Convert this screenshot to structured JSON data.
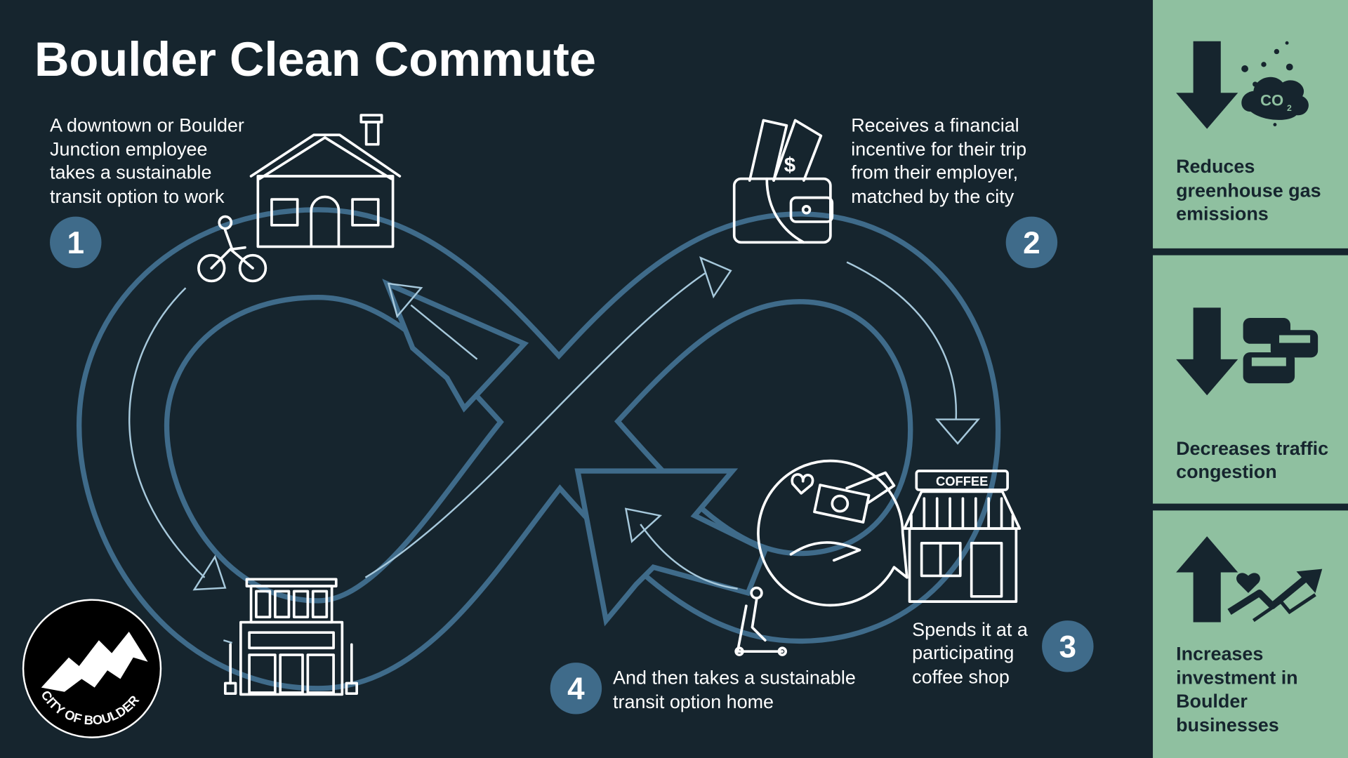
{
  "title": "Boulder Clean Commute",
  "colors": {
    "background": "#16252e",
    "loop": "#3f6b8a",
    "thin_arrow": "#a7c9dc",
    "panel": "#8fc0a0"
  },
  "steps": [
    {
      "number": "1",
      "lines": [
        "A downtown or Boulder",
        "Junction employee",
        "takes a sustainable",
        "transit option to work"
      ]
    },
    {
      "number": "2",
      "lines": [
        "Receives a financial",
        "incentive for their trip",
        "from their employer,",
        "matched by the city"
      ]
    },
    {
      "number": "3",
      "lines": [
        "Spends it at a",
        "participating",
        "coffee shop"
      ]
    },
    {
      "number": "4",
      "lines": [
        "And then takes a sustainable",
        "transit option home"
      ]
    }
  ],
  "coffee_sign": "COFFEE",
  "co2_label": "CO",
  "co2_sub": "2",
  "benefits": [
    {
      "lines": [
        "Reduces",
        "greenhouse gas",
        "emissions"
      ],
      "icon": "down-arrow-co2-icon"
    },
    {
      "lines": [
        "Decreases traffic",
        "congestion"
      ],
      "icon": "down-arrow-cars-icon"
    },
    {
      "lines": [
        "Increases",
        "investment in",
        "Boulder",
        "businesses"
      ],
      "icon": "up-arrow-growth-icon"
    }
  ],
  "logo_text": "CITY OF BOULDER"
}
